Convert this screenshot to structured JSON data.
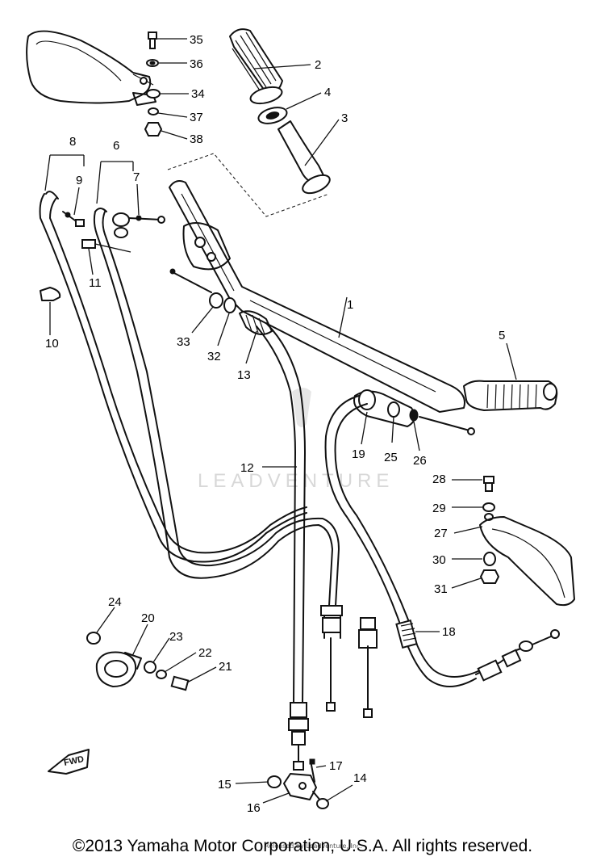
{
  "watermark": "LEADVENTURE",
  "copyright": "©2013 Yamaha Motor Corporation, U.S.A. All rights reserved.",
  "overlay_text": "Released by Leadventure, Inc.",
  "direction_marker": "FWD",
  "callouts": [
    "1",
    "2",
    "3",
    "4",
    "5",
    "6",
    "7",
    "8",
    "9",
    "10",
    "11",
    "12",
    "13",
    "14",
    "15",
    "16",
    "17",
    "18",
    "19",
    "20",
    "21",
    "22",
    "23",
    "24",
    "25",
    "26",
    "27",
    "28",
    "29",
    "30",
    "31",
    "32",
    "33",
    "34",
    "35",
    "36",
    "37",
    "38"
  ]
}
